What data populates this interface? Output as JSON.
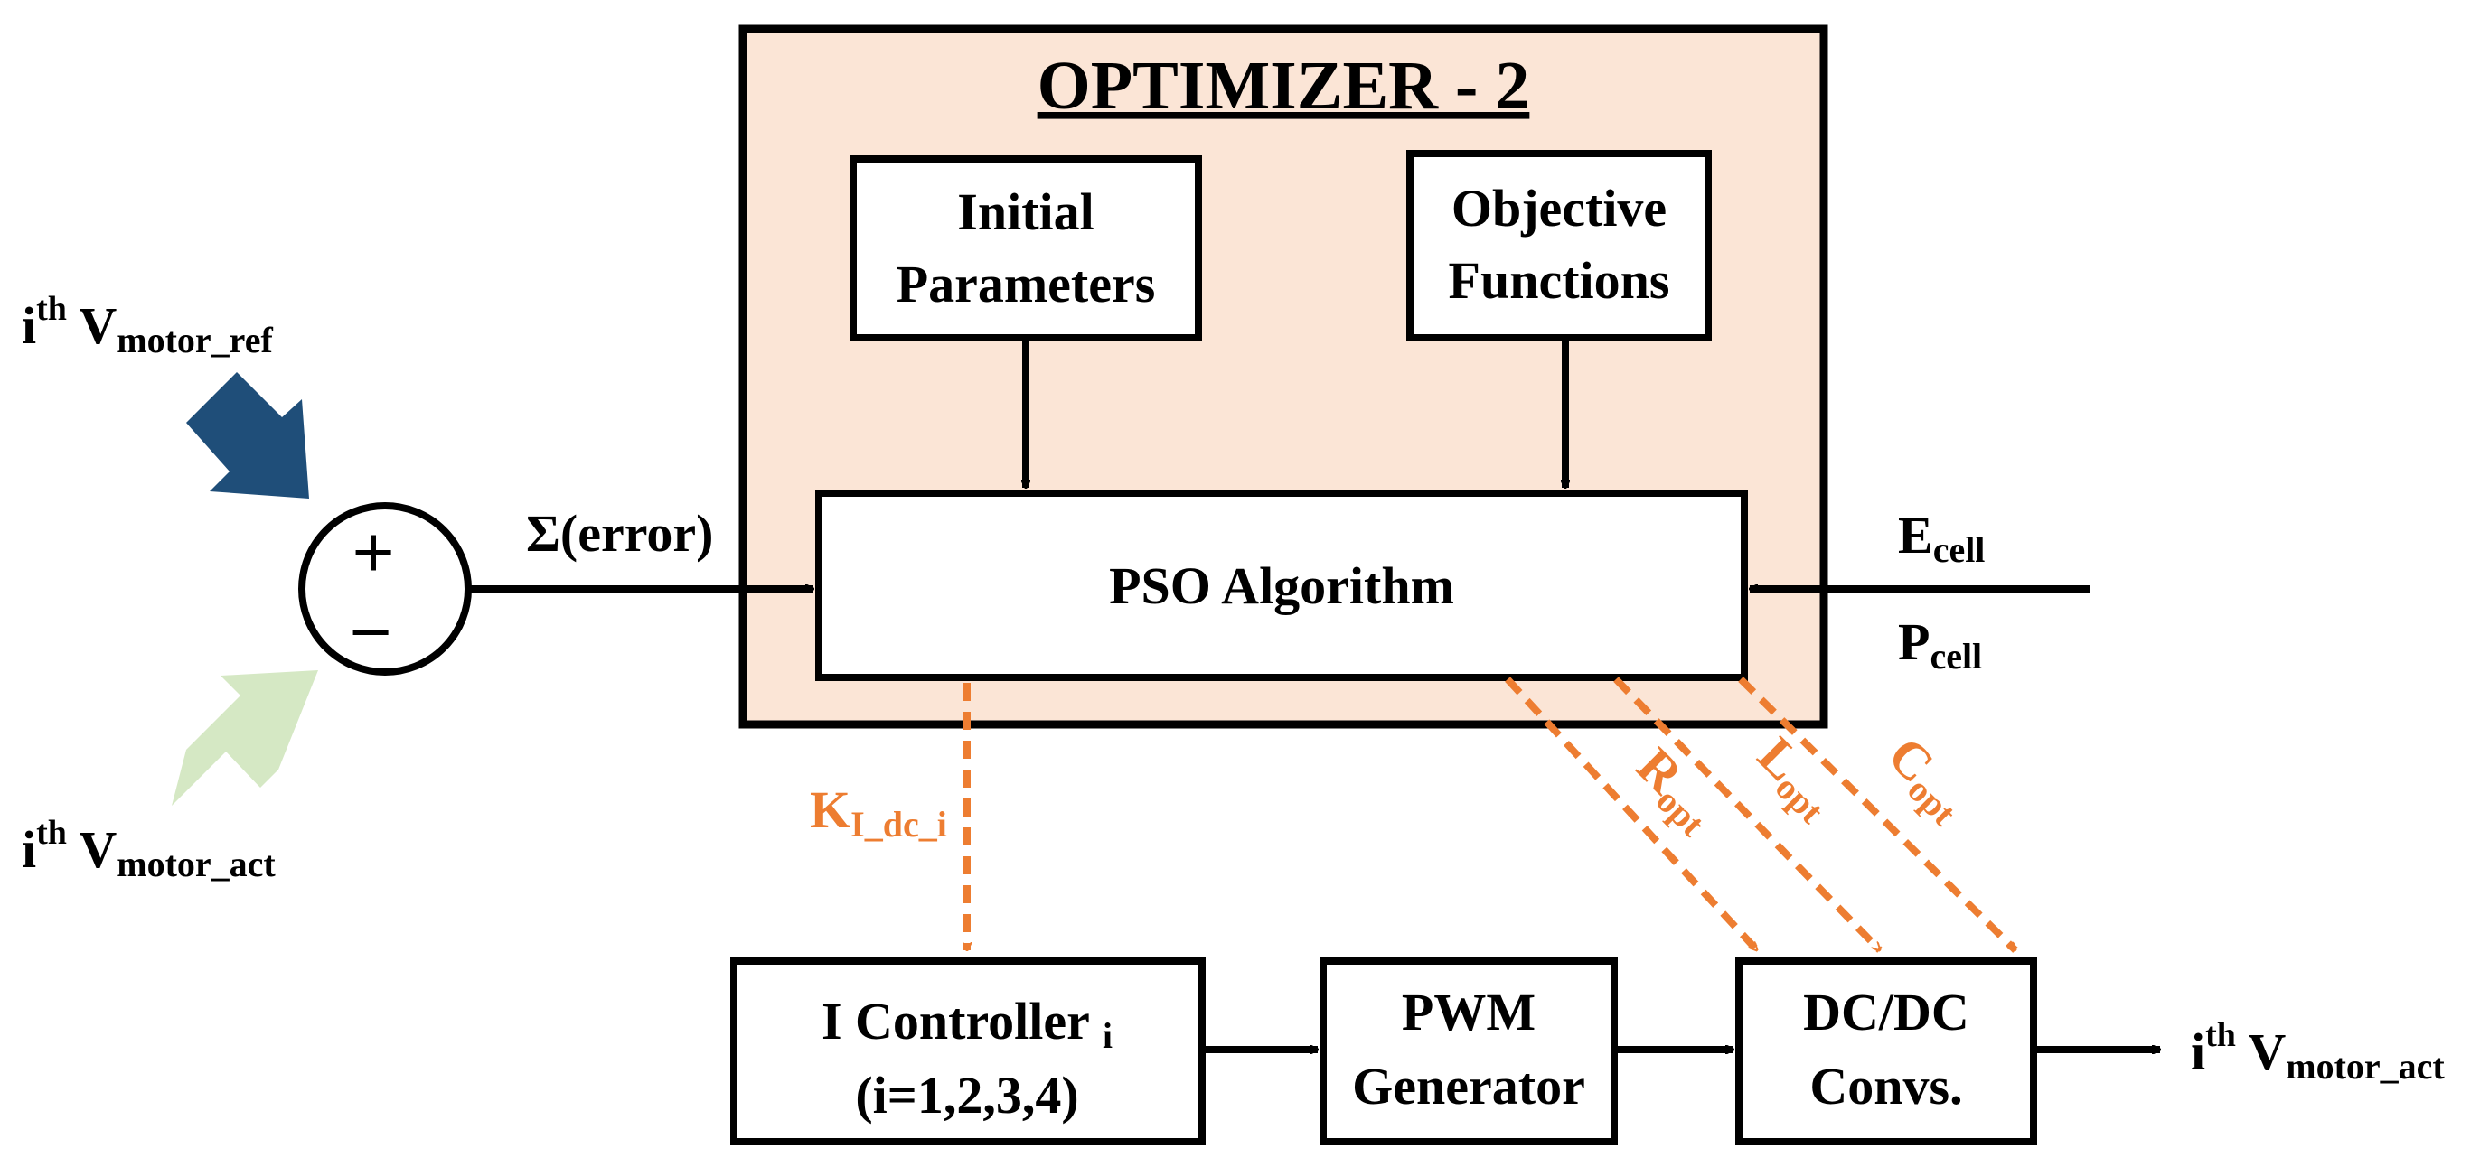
{
  "optimizer": {
    "title": "OPTIMIZER - 2",
    "background_color": "#FBE5D6"
  },
  "blocks": {
    "initial_parameters": [
      "Initial",
      "Parameters"
    ],
    "objective_functions": [
      "Objective",
      "Functions"
    ],
    "pso_algorithm": "PSO Algorithm",
    "i_controller": {
      "line1_main": "I Controller",
      "line1_sub": "i",
      "line2": "(i=1,2,3,4)"
    },
    "pwm_generator": [
      "PWM",
      "Generator"
    ],
    "dcdc_converters": [
      "DC/DC",
      "Convs."
    ]
  },
  "summing_junction": {
    "plus": "+",
    "minus": "−"
  },
  "signals": {
    "ref_input": {
      "prefix": "i",
      "sup": "th",
      "main": " V",
      "sub": "motor_ref",
      "arrow_color": "#1F4E79"
    },
    "act_feedback": {
      "prefix": "i",
      "sup": "th",
      "main": " V",
      "sub": "motor_act",
      "arrow_color": "#D5E8C4"
    },
    "error": "Σ(error)",
    "e_cell": {
      "main": "E",
      "sub": "cell"
    },
    "p_cell": {
      "main": "P",
      "sub": "cell"
    },
    "output": {
      "prefix": "i",
      "sup": "th",
      "main": " V",
      "sub": "motor_act"
    },
    "k_gain": {
      "main": "K",
      "sub": "I_dc_i"
    },
    "r_opt": {
      "main": "R",
      "sub": "opt"
    },
    "l_opt": {
      "main": "L",
      "sub": "opt"
    },
    "c_opt": {
      "main": "C",
      "sub": "opt"
    }
  },
  "colors": {
    "optimizer_fill": "#FBE5D6",
    "dashed_signal": "#ED7D31",
    "ref_arrow": "#1F4E79",
    "act_arrow": "#D5E8C4"
  }
}
